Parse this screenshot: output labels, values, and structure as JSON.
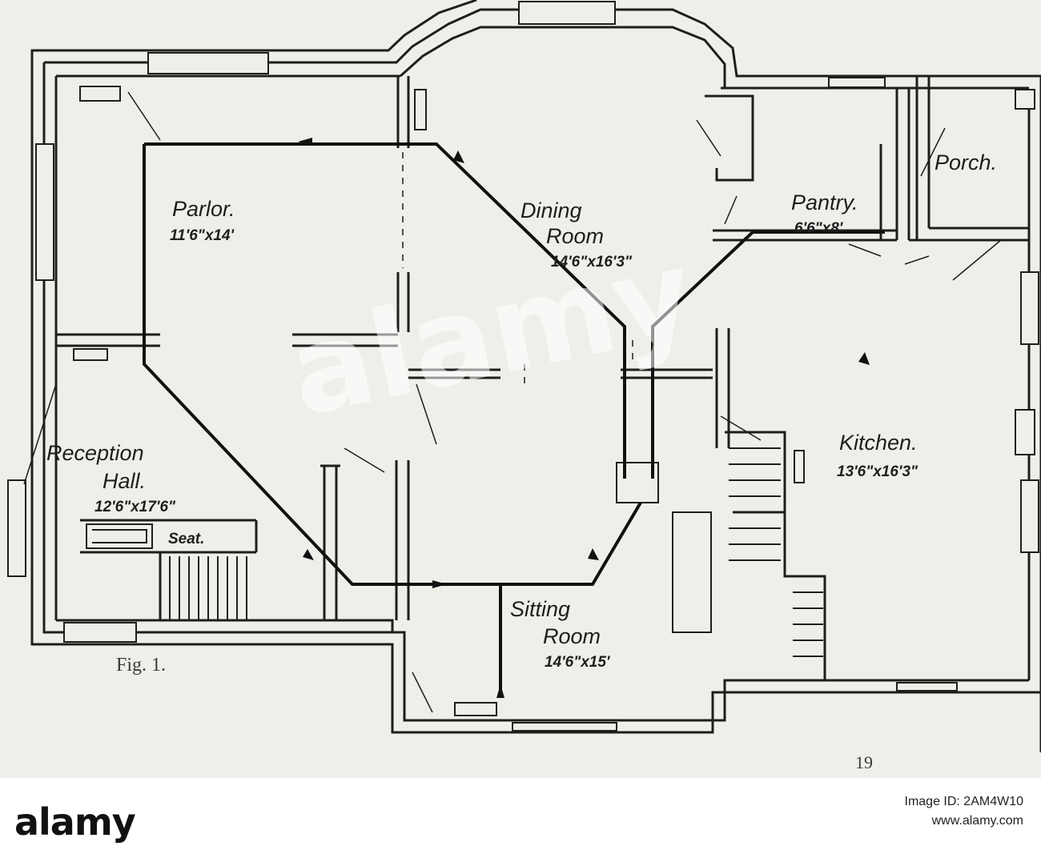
{
  "rooms": {
    "parlor": {
      "name": "Parlor.",
      "dims": "11'6\"x14'"
    },
    "dining": {
      "name_1": "Dining",
      "name_2": "Room",
      "dims": "14'6\"x16'3\""
    },
    "pantry": {
      "name": "Pantry.",
      "dims": "6'6\"x8'"
    },
    "porch": {
      "name": "Porch."
    },
    "reception": {
      "name_1": "Reception",
      "name_2": "Hall.",
      "dims": "12'6\"x17'6\""
    },
    "seat": {
      "name": "Seat."
    },
    "kitchen": {
      "name": "Kitchen.",
      "dims": "13'6\"x16'3\""
    },
    "sitting": {
      "name_1": "Sitting",
      "name_2": "Room",
      "dims": "14'6\"x15'"
    }
  },
  "caption": "Fig. 1.",
  "page_number": "19",
  "watermark": "alamy",
  "footer": {
    "logo": "alamy",
    "image_id": "Image ID: 2AM4W10",
    "site": "www.alamy.com"
  },
  "colors": {
    "paper": "#efefea",
    "ink": "#1e1e1e",
    "footer_bg": "#ffffff"
  }
}
